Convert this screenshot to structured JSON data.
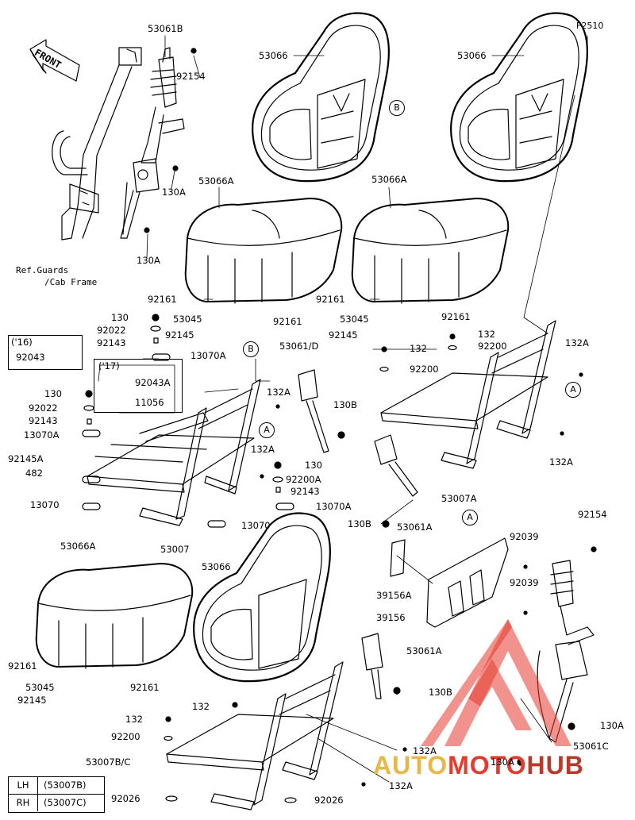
{
  "figure_code": "F2510",
  "front_label": "FRONT",
  "ref_note": [
    "Ref.Guards",
    "/Cab Frame"
  ],
  "labels": {
    "l53061B": "53061B",
    "l92154a": "92154",
    "l130A_1": "130A",
    "l130A_2": "130A",
    "l53066_1": "53066",
    "l53066_2": "53066",
    "l53066A_1": "53066A",
    "l53066A_2": "53066A",
    "l92161_1": "92161",
    "l92161_2": "92161",
    "l92161_3": "92161",
    "l92161_4": "92161",
    "l53045_1": "53045",
    "l53045_2": "53045",
    "l92145_1": "92145",
    "l92145_2": "92145",
    "l130_1": "130",
    "l92022_1": "92022",
    "l92143_1": "92143",
    "l13070A_1": "13070A",
    "l92043_16": "92043",
    "l92043A": "92043A",
    "l130_2": "130",
    "l92022_2": "92022",
    "l11056": "11056",
    "l92143_2": "92143",
    "l13070A_2": "13070A",
    "l92145A": "92145A",
    "l482": "482",
    "l13070_1": "13070",
    "l13070_2": "13070",
    "l53007": "53007",
    "l53061D": "53061/D",
    "l132A_1": "132A",
    "l132A_2": "132A",
    "l130B_1": "130B",
    "l130_3": "130",
    "l92200A": "92200A",
    "l92143_3": "92143",
    "l13070A_3": "13070A",
    "l132_1": "132",
    "l92200_1": "92200",
    "l132_2": "132",
    "l92200_2": "92200",
    "l132A_3": "132A",
    "l132A_4": "132A",
    "l53007A": "53007A",
    "l130B_2": "130B",
    "l53061A_1": "53061A",
    "l92154b": "92154",
    "l92039_1": "92039",
    "l92039_2": "92039",
    "l39156A": "39156A",
    "l39156": "39156",
    "l53066A_3": "53066A",
    "l53066_3": "53066",
    "l92161_5": "92161",
    "l53045_3": "53045",
    "l92145_3": "92145",
    "l92161_6": "92161",
    "l53061A_2": "53061A",
    "l130B_3": "130B",
    "l132_3": "132",
    "l132_4": "132",
    "l92200_3": "92200",
    "l53007BC": "53007B/C",
    "l92026_1": "92026",
    "l92026_2": "92026",
    "l132A_5": "132A",
    "l132A_6": "132A",
    "l130A_3": "130A",
    "l53061C": "53061C",
    "l130A_4": "130A",
    "l16": "('16)",
    "l17": "('17)"
  },
  "callouts": {
    "B1": "B",
    "B2": "B",
    "A1": "A",
    "A2": "A",
    "A3": "A"
  },
  "legend": [
    {
      "key": "LH",
      "value": "(53007B)"
    },
    {
      "key": "RH",
      "value": "(53007C)"
    }
  ],
  "watermark": {
    "brand": "AUTOMOTOHUB",
    "part1": "AUTO",
    "part2": "MOTO",
    "part3": "HUB",
    "color": "#e63a2e"
  }
}
